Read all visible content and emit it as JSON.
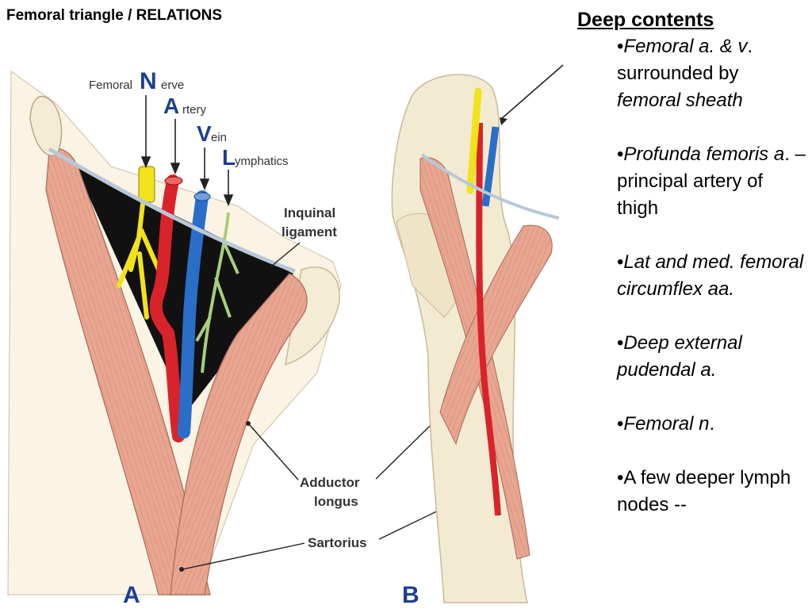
{
  "slide": {
    "title": "Femoral triangle / RELATIONS"
  },
  "figure": {
    "panel_a": "A",
    "panel_b": "B",
    "navl": {
      "femoral": "Femoral",
      "n_letter": "N",
      "n_rest": "erve",
      "a_letter": "A",
      "a_rest": "rtery",
      "v_letter": "V",
      "v_rest": "ein",
      "l_letter": "L",
      "l_rest": "ymphatics"
    },
    "labels": {
      "inguinal_line1": "Inquinal",
      "inguinal_line2": "ligament",
      "adductor_line1": "Adductor",
      "adductor_line2": "longus",
      "sartorius": "Sartorius"
    },
    "colors": {
      "nerve": "#f2e21a",
      "artery": "#d8232a",
      "vein": "#2a6ec8",
      "lymphatic": "#a7cf7c",
      "muscle": "#e8a691",
      "bone": "#f3ead2"
    }
  },
  "contents": {
    "heading": "Deep contents",
    "items": [
      {
        "italic": "Femoral a. & v",
        "normal": ". surrounded by ",
        "italic2": "femoral sheath"
      },
      {
        "italic": "Profunda femoris a",
        "normal": ". – principal artery of thigh"
      },
      {
        "italic": "Lat and med. femoral circumflex aa."
      },
      {
        "italic": "Deep external pudendal a."
      },
      {
        "italic": "Femoral n",
        "normal": "."
      },
      {
        "normal": "A few deeper lymph nodes --"
      }
    ]
  }
}
